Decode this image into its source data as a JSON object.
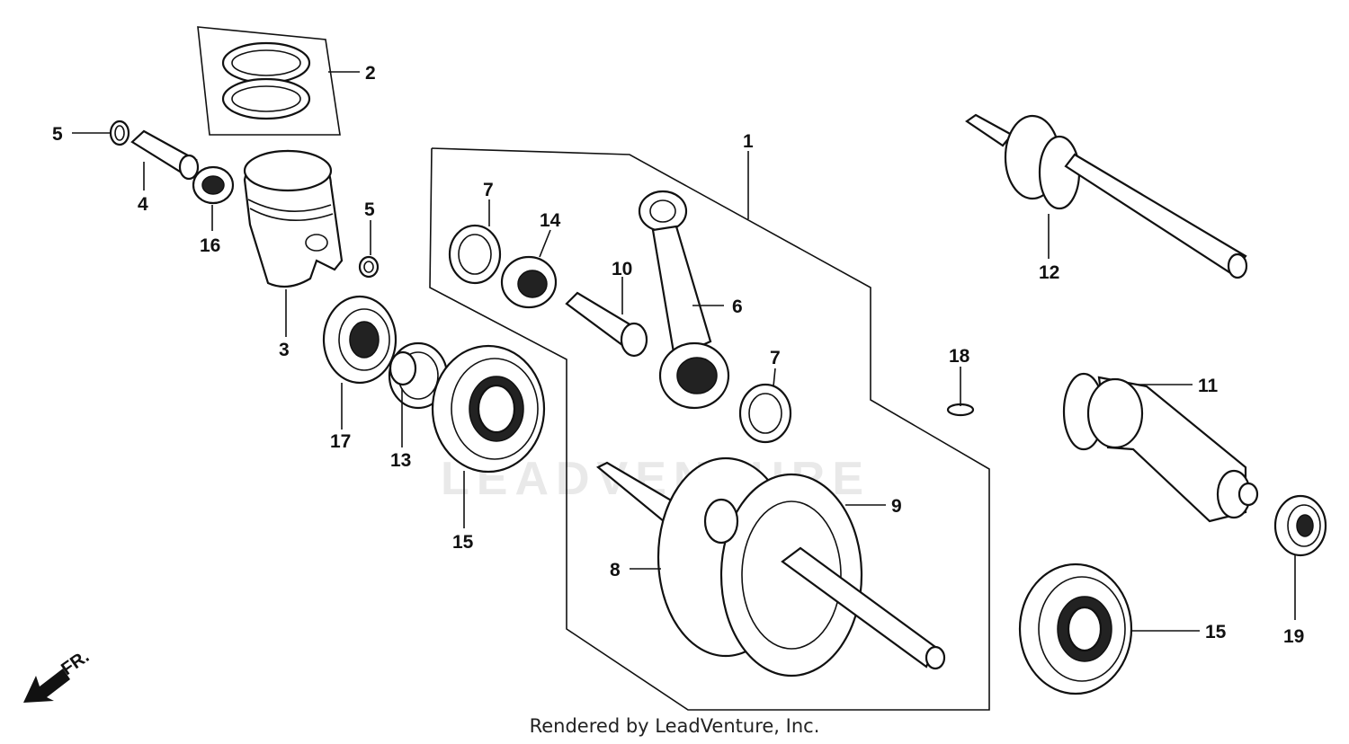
{
  "footer_text": "Rendered by LeadVenture, Inc.",
  "watermark_text": "LEADVENTURE",
  "front_indicator": "FR.",
  "callouts": {
    "c1": "1",
    "c2": "2",
    "c3": "3",
    "c4": "4",
    "c5a": "5",
    "c5b": "5",
    "c6": "6",
    "c7a": "7",
    "c7b": "7",
    "c8": "8",
    "c9": "9",
    "c10": "10",
    "c11": "11",
    "c12": "12",
    "c13": "13",
    "c14": "14",
    "c15a": "15",
    "c15b": "15",
    "c16": "16",
    "c17": "17",
    "c18": "18",
    "c19": "19"
  }
}
